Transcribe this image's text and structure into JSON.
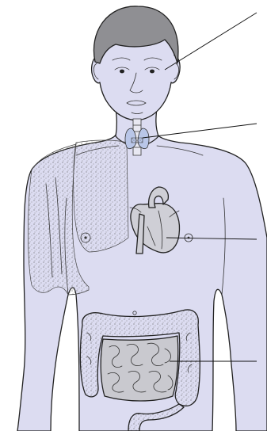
{
  "figure": {
    "labels": []
  },
  "colors": {
    "skin": "#dcdcf1",
    "hair": "#8f8f93",
    "organ": "#c9c9cf",
    "stipple": "#b8b8bc",
    "thyroid": "#b9c6e8",
    "outline": "#222222",
    "background": "#ffffff"
  },
  "structures": {
    "head": "head-with-face",
    "neck_gland": "thyroid-gland",
    "chest_shaded": "right-pectoral-and-arm-muscles",
    "heart": "heart",
    "abdomen": "small-and-large-intestine"
  },
  "leader_lines": {
    "count": 4,
    "targets": [
      "face",
      "thyroid",
      "heart",
      "intestine"
    ]
  }
}
